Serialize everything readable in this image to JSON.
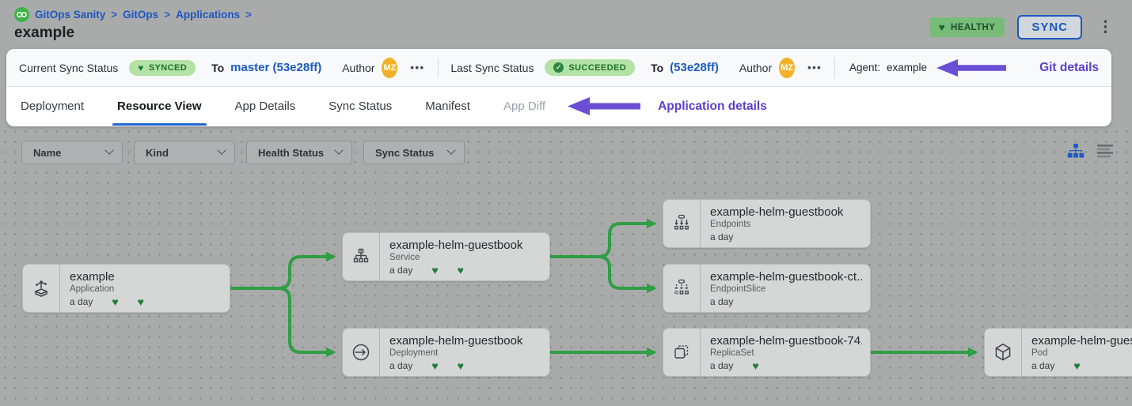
{
  "icons": {
    "heart": "♥",
    "check": "✓",
    "kebab": "⋮",
    "ellipsis": "•••"
  },
  "colors": {
    "accent_blue": "#1b57c0",
    "edge_green": "#2f9e44",
    "badge_green_bg": "#b4e2a6",
    "health_heart_green": "#1e7e34",
    "annotation_purple": "#6a4fd4",
    "avatar_orange": "#f2b128"
  },
  "breadcrumb": {
    "items": [
      "GitOps Sanity",
      "GitOps",
      "Applications"
    ],
    "separator": ">"
  },
  "page": {
    "title": "example"
  },
  "header_actions": {
    "health_badge": "HEALTHY",
    "sync_button": "SYNC"
  },
  "sync_bar": {
    "current": {
      "label": "Current Sync Status",
      "badge": "SYNCED",
      "to": "To",
      "revision": "master (53e28ff)",
      "author": "Author",
      "avatar": "MZ"
    },
    "last": {
      "label": "Last Sync Status",
      "badge": "SUCCEEDED",
      "to": "To",
      "revision": "(53e28ff)",
      "author": "Author",
      "avatar": "MZ"
    },
    "agent_label": "Agent:",
    "agent_value": "example",
    "annotation": "Git details"
  },
  "tabs": {
    "deployment": "Deployment",
    "resource_view": "Resource View",
    "app_details": "App Details",
    "sync_status": "Sync Status",
    "manifest": "Manifest",
    "app_diff": "App Diff",
    "annotation": "Application details"
  },
  "filters": {
    "name": "Name",
    "kind": "Kind",
    "health": "Health Status",
    "sync": "Sync Status"
  },
  "nodes": [
    {
      "title": "example",
      "kind": "Application",
      "age": "a day",
      "hearts": 2
    },
    {
      "title": "example-helm-guestbook",
      "kind": "Service",
      "age": "a day",
      "hearts": 2
    },
    {
      "title": "example-helm-guestbook",
      "kind": "Endpoints",
      "age": "a day",
      "hearts": 0
    },
    {
      "title": "example-helm-guestbook-ct...",
      "kind": "EndpointSlice",
      "age": "a day",
      "hearts": 0
    },
    {
      "title": "example-helm-guestbook",
      "kind": "Deployment",
      "age": "a day",
      "hearts": 2
    },
    {
      "title": "example-helm-guestbook-74...",
      "kind": "ReplicaSet",
      "age": "a day",
      "hearts": 1
    },
    {
      "title": "example-helm-guest",
      "kind": "Pod",
      "age": "a day",
      "hearts": 1
    }
  ]
}
